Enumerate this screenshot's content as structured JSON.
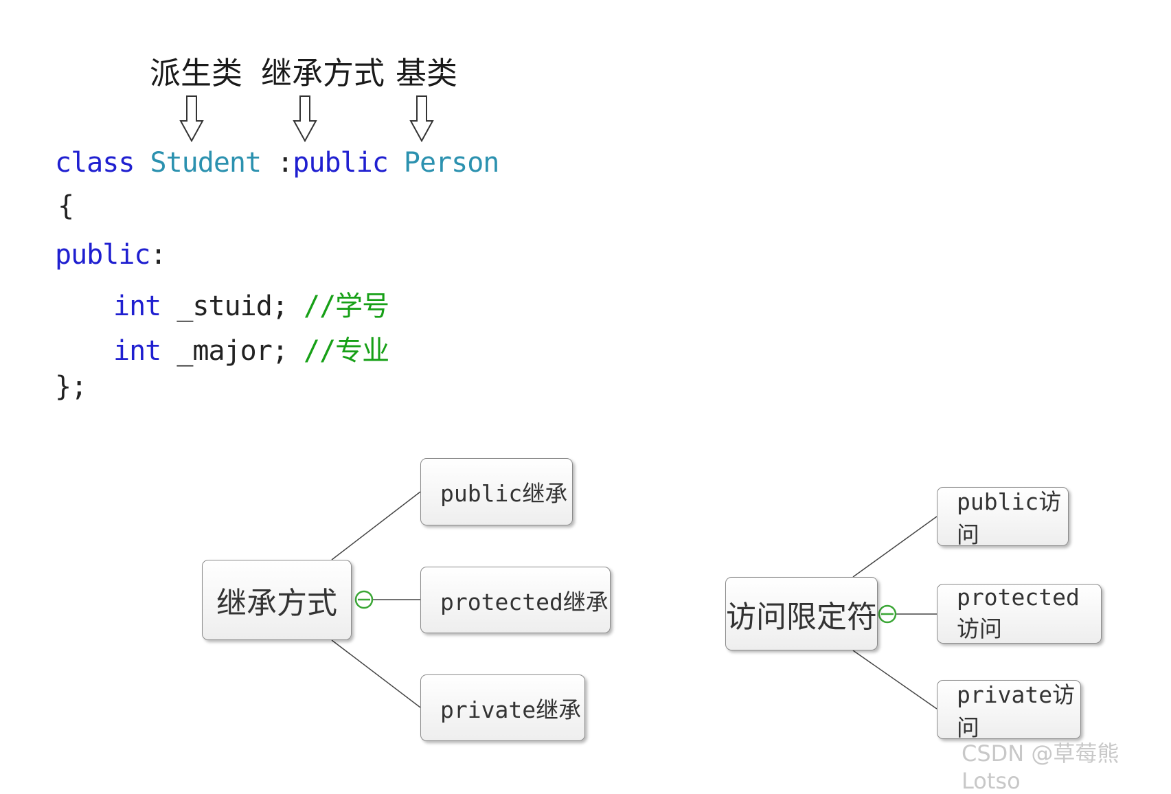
{
  "annotations": {
    "derived_class": "派生类",
    "inheritance_mode": "继承方式",
    "base_class": "基类"
  },
  "code": {
    "kw_class": "class",
    "class_name": "Student",
    "colon": ":",
    "kw_public": "public",
    "base_name": "Person",
    "open_brace": "{",
    "access_label": "public",
    "access_colon": ":",
    "field1_type": "int",
    "field1_name": "_stuid;",
    "field1_comment": "//学号",
    "field2_type": "int",
    "field2_name": "_major;",
    "field2_comment": "//专业",
    "close_brace": "};"
  },
  "inheritance_tree": {
    "root": "继承方式",
    "children": [
      "public继承",
      "protected继承",
      "private继承"
    ]
  },
  "access_tree": {
    "root": "访问限定符",
    "children": [
      "public访问",
      "protected访问",
      "private访问"
    ]
  },
  "watermark": "CSDN @草莓熊Lotso",
  "colors": {
    "keyword": "#1f1fd0",
    "type": "#2b91af",
    "comment": "#17a017",
    "collapse_icon": "#3aa635"
  }
}
